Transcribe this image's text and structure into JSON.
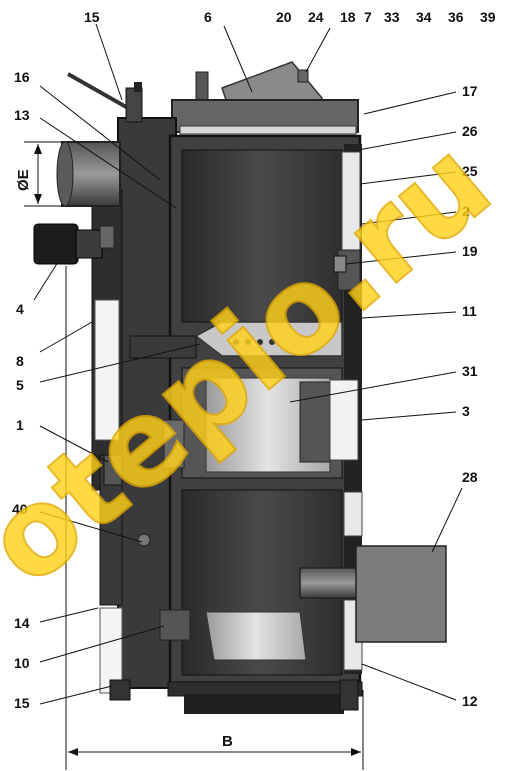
{
  "diagram": {
    "watermark": "otepio.ru",
    "dimension_labels": {
      "width": "B",
      "diameter": "ØE"
    },
    "top_labels": [
      "15",
      "6",
      "20",
      "24",
      "18",
      "7",
      "33",
      "34",
      "36",
      "39"
    ],
    "left_labels": [
      "16",
      "13",
      "4",
      "8",
      "5",
      "1",
      "40",
      "14",
      "10",
      "15"
    ],
    "right_labels": [
      "17",
      "26",
      "25",
      "2",
      "19",
      "11",
      "31",
      "3",
      "28",
      "12"
    ]
  },
  "colors": {
    "casing": "#2c2c2c",
    "chamber_dark": "#3e3e3e",
    "chamber_light": "#cfcfcf",
    "watermark": "#ffd21a"
  }
}
